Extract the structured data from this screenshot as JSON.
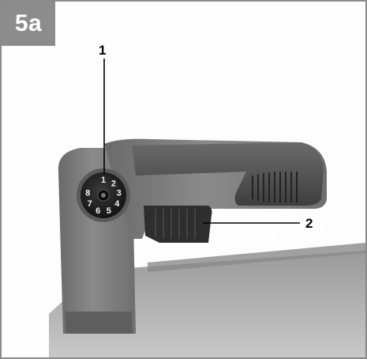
{
  "figure": {
    "label": "5a"
  },
  "callouts": [
    {
      "number": "1",
      "target": "speed-dial"
    },
    {
      "number": "2",
      "target": "trigger"
    }
  ],
  "dial": {
    "numbers": [
      "1",
      "2",
      "3",
      "4",
      "5",
      "6",
      "7",
      "8"
    ]
  },
  "colors": {
    "tab": "#8c8c8c",
    "body": "#7a7a7a",
    "grip": "#4c4c4c",
    "dial": "#1e1e1e",
    "frame": "#8a8a8a"
  }
}
